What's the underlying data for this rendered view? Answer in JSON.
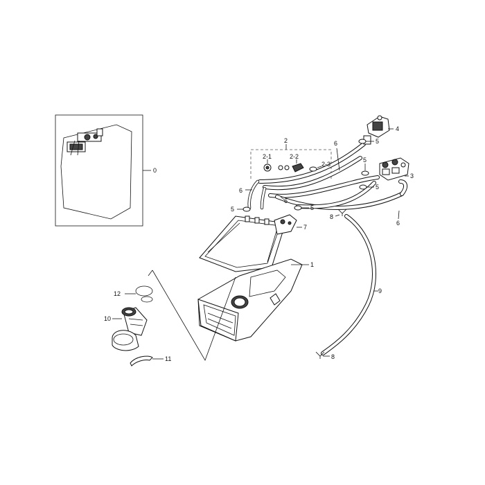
{
  "diagram": {
    "callouts": {
      "c0": "0",
      "c1": "1",
      "c2": "2",
      "c2_1": "2-1",
      "c2_2": "2-2",
      "c2_3": "2-3",
      "c3": "3",
      "c4": "4",
      "c5a": "5",
      "c5b": "5",
      "c5c": "5",
      "c5d": "5",
      "c5e": "5",
      "c6a": "6",
      "c6b": "6",
      "c6c": "6",
      "c6d": "6",
      "c7": "7",
      "c8a": "8",
      "c8b": "8",
      "c9": "9",
      "c10": "10",
      "c11": "11",
      "c12": "12"
    }
  }
}
